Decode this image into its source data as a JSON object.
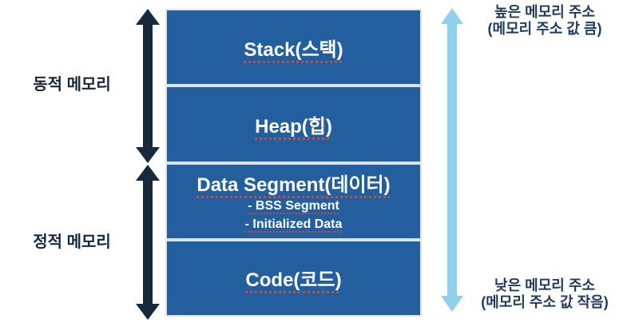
{
  "diagram": {
    "memory_box": {
      "segments": [
        {
          "title": "Stack(스택)",
          "subitems": []
        },
        {
          "title": "Heap(힙)",
          "subitems": []
        },
        {
          "title": "Data Segment(데이터)",
          "subitems": [
            "- BSS Segment",
            "- Initialized Data"
          ]
        },
        {
          "title": "Code(코드)",
          "subitems": []
        }
      ]
    },
    "left_labels": {
      "dynamic": "동적 메모리",
      "static": "정적 메모리"
    },
    "right_labels": {
      "high": {
        "line1": "높은 메모리 주소",
        "line2": "(메모리 주소 값 큼)"
      },
      "low": {
        "line1": "낮은 메모리 주소",
        "line2": "(메모리 주소 값 작음)"
      }
    },
    "colors": {
      "box_fill": "#235F9E",
      "box_border": "#D8E4F0",
      "dark_arrow": "#162A3C",
      "light_arrow": "#8FD1ED",
      "left_label_text": "#17293A",
      "right_label_text": "#1F3B5E",
      "segment_text": "#FFFFFF",
      "squiggle": "#CC4B3F",
      "background": "#FFFFFF"
    }
  }
}
